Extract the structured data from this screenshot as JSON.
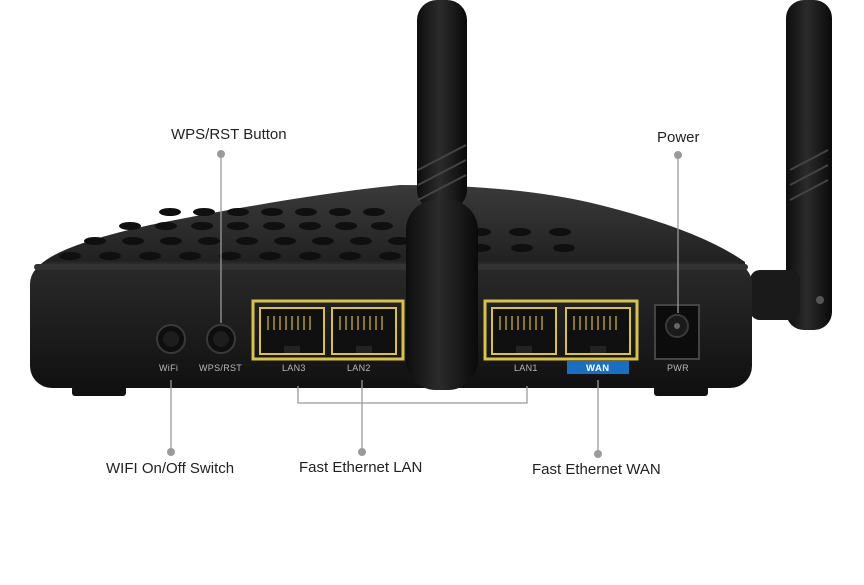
{
  "callouts": {
    "wps_rst_button": "WPS/RST Button",
    "power": "Power",
    "wifi_switch": "WIFI On/Off Switch",
    "fast_ethernet_lan": "Fast Ethernet LAN",
    "fast_ethernet_wan": "Fast Ethernet WAN"
  },
  "panel_labels": {
    "wifi": "WiFi",
    "wps_rst": "WPS/RST",
    "lan3": "LAN3",
    "lan2": "LAN2",
    "lan1": "LAN1",
    "wan": "WAN",
    "pwr": "PWR"
  },
  "colors": {
    "router_body": "#1c1c1c",
    "port_frame": "#d8c24a",
    "wan_badge": "#1b6fc2",
    "callout_line": "#9a9a9a"
  }
}
